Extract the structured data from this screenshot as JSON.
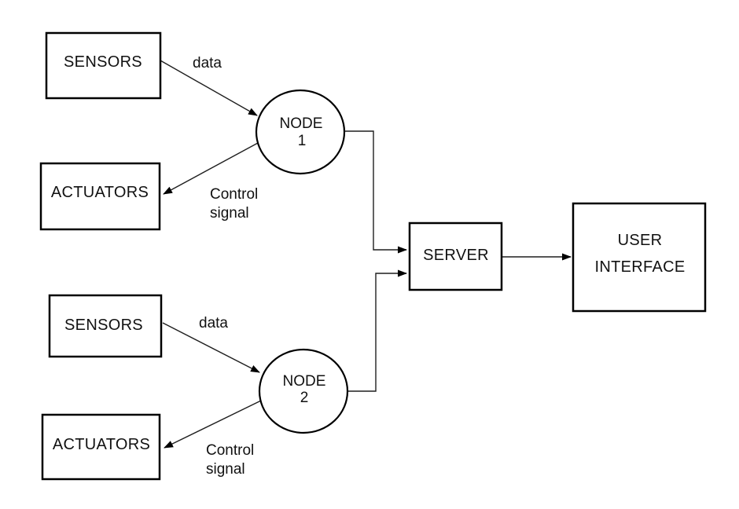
{
  "colors": {
    "background": "#ffffff",
    "line": "#000000",
    "text": "#111111"
  },
  "boxes": {
    "sensors_top": {
      "label": "SENSORS"
    },
    "actuators_top": {
      "label": "ACTUATORS"
    },
    "sensors_bottom": {
      "label": "SENSORS"
    },
    "actuators_bottom": {
      "label": "ACTUATORS"
    },
    "server": {
      "label": "SERVER"
    },
    "user_interface": {
      "label_line1": "USER",
      "label_line2": "INTERFACE"
    }
  },
  "nodes": {
    "node1": {
      "label": "NODE",
      "number": "1"
    },
    "node2": {
      "label": "NODE",
      "number": "2"
    }
  },
  "edge_labels": {
    "data_top": "data",
    "control_top": {
      "line1": "Control",
      "line2": "signal"
    },
    "data_bottom": "data",
    "control_bottom": {
      "line1": "Control",
      "line2": "signal"
    }
  }
}
